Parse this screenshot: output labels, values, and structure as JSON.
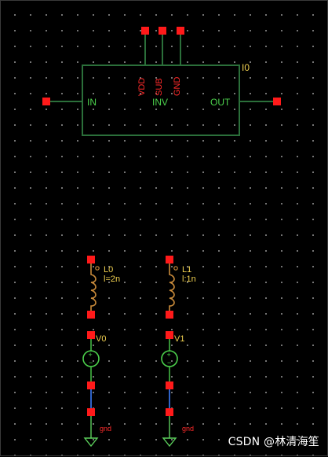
{
  "colors": {
    "wire": "#2b6f3a",
    "pin": "#ff1a1a",
    "label_pin": "#4cd14c",
    "label_power": "#ff2a2a",
    "instance_label": "#f0d050",
    "inductor": "#c88a3a",
    "vsource": "#4cd14c",
    "ground": "#5ccf5c",
    "net_wire": "#2f63c8"
  },
  "symbol": {
    "instance": "I0",
    "cell": "INV",
    "pins": {
      "in": "IN",
      "out": "OUT",
      "top": [
        "VDD",
        "SUB",
        "GND"
      ]
    }
  },
  "branches": [
    {
      "inductor": {
        "name": "L0",
        "param": "l=2n"
      },
      "source": {
        "name": "V0"
      },
      "net": "gnd"
    },
    {
      "inductor": {
        "name": "L1",
        "param": "l:1n"
      },
      "source": {
        "name": "V1"
      },
      "net": "gnd"
    }
  ],
  "watermark": "CSDN @林清海笙"
}
